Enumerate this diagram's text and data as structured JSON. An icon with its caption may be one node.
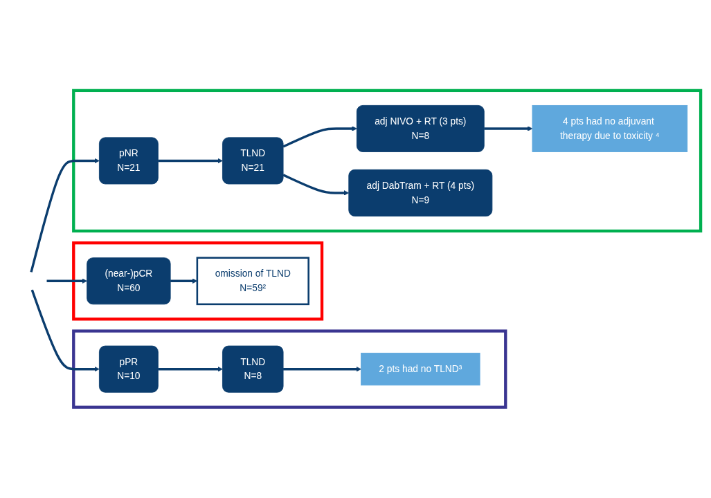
{
  "diagram": {
    "nodes": [
      {
        "text": [],
        "shape": "box"
      },
      {
        "text": [
          "(near-)pCR",
          "N=60"
        ],
        "in": 0
      },
      {
        "text": [
          "omission of TLND",
          "N=59²"
        ],
        "in": 0
      },
      {
        "text": [],
        "shape": "box"
      },
      {
        "text": [
          "pPR",
          "N=10"
        ],
        "in": 3
      },
      {
        "text": [
          "TLND",
          "N=8"
        ],
        "in": 3
      },
      {
        "text": [
          "2 pts had no TLND³"
        ],
        "in": 3
      },
      {
        "text": [],
        "shape": "box"
      },
      {
        "text": [
          "4 pts had no adjuvant therapy due to toxicity ⁴"
        ],
        "in": 7
      },
      {
        "text": [
          "pNR",
          "N=21"
        ],
        "in": 7
      },
      {
        "text": [
          "TLND",
          "N=21"
        ],
        "in": 7
      },
      {
        "text": [
          "adj NIVO + RT (3 pts)",
          "N=8"
        ],
        "in": 7
      },
      {
        "text": [
          "adj DabTram + RT (4 pts)",
          "N=9"
        ],
        "in": 7
      }
    ],
    "edges": [
      {
        "from": null,
        "to": 1,
        "arrow": "to"
      },
      {
        "from": null,
        "to": 4,
        "arrow": "to"
      },
      {
        "from": null,
        "to": 9,
        "arrow": "to"
      },
      {
        "from": 1,
        "to": 2,
        "arrow": "to"
      },
      {
        "from": 4,
        "to": 5,
        "arrow": "to"
      },
      {
        "from": 5,
        "to": 6,
        "arrow": "to"
      },
      {
        "from": 9,
        "to": 10,
        "arrow": "to"
      },
      {
        "from": 10,
        "to": 11,
        "arrow": "to"
      },
      {
        "from": 10,
        "to": 12,
        "arrow": "to"
      },
      {
        "from": 11,
        "to": 8,
        "arrow": "to"
      }
    ]
  }
}
